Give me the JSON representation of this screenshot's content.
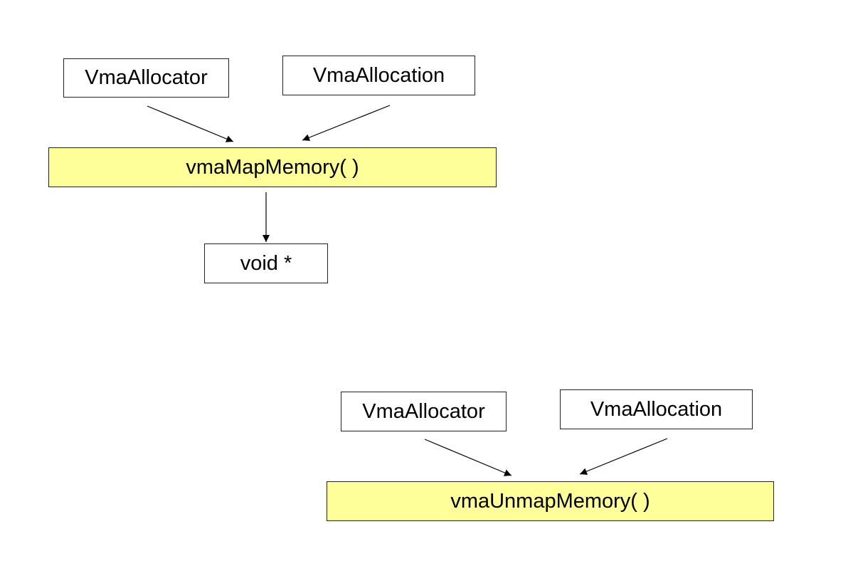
{
  "map_section": {
    "input_allocator": "VmaAllocator",
    "input_allocation": "VmaAllocation",
    "function": "vmaMapMemory( )",
    "output": "void *"
  },
  "unmap_section": {
    "input_allocator": "VmaAllocator",
    "input_allocation": "VmaAllocation",
    "function": "vmaUnmapMemory( )"
  },
  "colors": {
    "function_fill": "#ffff99",
    "box_fill": "#ffffff",
    "stroke": "#222222"
  }
}
